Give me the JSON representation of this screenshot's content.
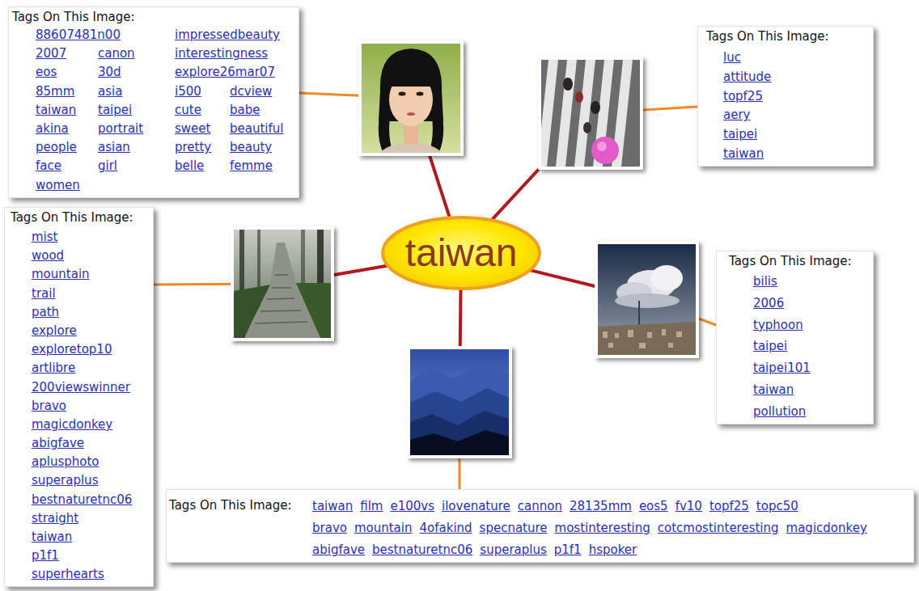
{
  "diagram": {
    "nodes": [
      {
        "text": [
          "Tags On This Image:",
          "88607481n00",
          "2007",
          "eos",
          "85mm",
          "taiwan",
          "akina",
          "people",
          "face",
          "women",
          "canon",
          "30d",
          "asia",
          "taipei",
          "portrait",
          "asian",
          "girl",
          "impressedbeauty",
          "interestingness",
          "explore26mar07",
          "i500",
          "cute",
          "sweet",
          "pretty",
          "belle",
          "dcview",
          "babe",
          "beautiful",
          "beauty",
          "femme"
        ]
      },
      {
        "text": [
          "Tags On This Image:",
          "luc",
          "attitude",
          "topf25",
          "aery",
          "taipei",
          "taiwan"
        ]
      },
      {
        "text": [
          "Tags On This Image:",
          "mist",
          "wood",
          "mountain",
          "trail",
          "path",
          "explore",
          "exploretop10",
          "artlibre",
          "200viewswinner",
          "bravo",
          "magicdonkey",
          "abigfave",
          "aplusphoto",
          "superaplus",
          "bestnaturetnc06",
          "straight",
          "taiwan",
          "p1f1",
          "superhearts"
        ]
      },
      {
        "text": [
          "taiwan"
        ]
      },
      {
        "text": [
          "Tags On This Image:",
          "bilis",
          "2006",
          "typhoon",
          "taipei",
          "taipei101",
          "taiwan",
          "pollution"
        ]
      },
      {
        "text": [
          "Tags On This Image:",
          "taiwan",
          "film",
          "e100vs",
          "ilovenature",
          "cannon",
          "28135mm",
          "eos5",
          "fv10",
          "topf25",
          "topc50",
          "bravo",
          "mountain",
          "4ofakind",
          "specnature",
          "mostinteresting",
          "cotcmostinteresting",
          "magicdonkey",
          "abigfave",
          "bestnaturetnc06",
          "superaplus",
          "p1f1",
          "hspoker"
        ]
      }
    ],
    "edges": [
      {
        "from": 3,
        "to": 0,
        "arrow": "none"
      },
      {
        "from": 3,
        "to": 1,
        "arrow": "none"
      },
      {
        "from": 3,
        "to": 2,
        "arrow": "none"
      },
      {
        "from": 3,
        "to": 4,
        "arrow": "none"
      },
      {
        "from": 3,
        "to": 5,
        "arrow": "none"
      }
    ]
  }
}
